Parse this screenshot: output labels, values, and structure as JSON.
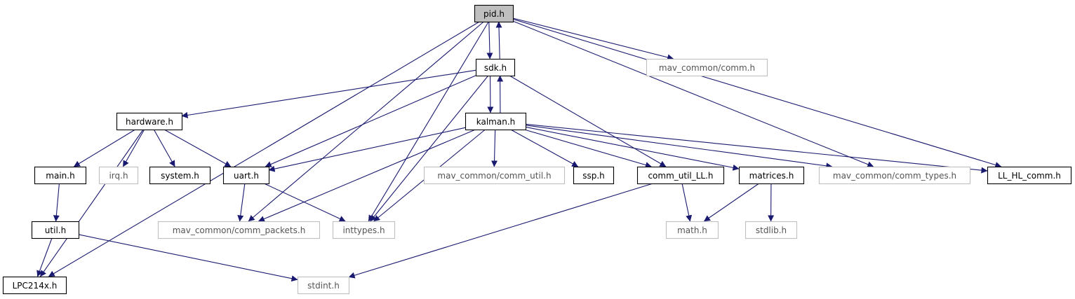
{
  "colors": {
    "edge": "#191970",
    "border": "#000000",
    "border_external": "#bfbfbf",
    "root_fill": "#bfbfbf",
    "text": "#000000",
    "text_external": "#555555"
  },
  "nodes": [
    {
      "id": "pid",
      "label": "pid.h",
      "style": "root"
    },
    {
      "id": "mav_comm",
      "label": "mav_common/comm.h",
      "style": "external"
    },
    {
      "id": "sdk",
      "label": "sdk.h",
      "style": "normal"
    },
    {
      "id": "hardware",
      "label": "hardware.h",
      "style": "normal"
    },
    {
      "id": "kalman",
      "label": "kalman.h",
      "style": "normal"
    },
    {
      "id": "main",
      "label": "main.h",
      "style": "normal"
    },
    {
      "id": "irq",
      "label": "irq.h",
      "style": "external"
    },
    {
      "id": "system",
      "label": "system.h",
      "style": "normal"
    },
    {
      "id": "uart",
      "label": "uart.h",
      "style": "normal"
    },
    {
      "id": "comm_util",
      "label": "mav_common/comm_util.h",
      "style": "external"
    },
    {
      "id": "ssp",
      "label": "ssp.h",
      "style": "normal"
    },
    {
      "id": "comm_util_ll",
      "label": "comm_util_LL.h",
      "style": "normal"
    },
    {
      "id": "matrices",
      "label": "matrices.h",
      "style": "normal"
    },
    {
      "id": "comm_types",
      "label": "mav_common/comm_types.h",
      "style": "external"
    },
    {
      "id": "ll_hl_comm",
      "label": "LL_HL_comm.h",
      "style": "normal"
    },
    {
      "id": "util",
      "label": "util.h",
      "style": "normal"
    },
    {
      "id": "comm_packets",
      "label": "mav_common/comm_packets.h",
      "style": "external"
    },
    {
      "id": "inttypes",
      "label": "inttypes.h",
      "style": "external"
    },
    {
      "id": "math",
      "label": "math.h",
      "style": "external"
    },
    {
      "id": "stdlib",
      "label": "stdlib.h",
      "style": "external"
    },
    {
      "id": "lpc",
      "label": "LPC214x.h",
      "style": "normal"
    },
    {
      "id": "stdint",
      "label": "stdint.h",
      "style": "external"
    }
  ],
  "edges": [
    [
      "pid",
      "mav_comm"
    ],
    [
      "pid",
      "sdk"
    ],
    [
      "pid",
      "ll_hl_comm"
    ],
    [
      "pid",
      "inttypes"
    ],
    [
      "pid",
      "comm_packets"
    ],
    [
      "pid",
      "comm_types"
    ],
    [
      "pid",
      "lpc"
    ],
    [
      "sdk",
      "pid"
    ],
    [
      "sdk",
      "hardware"
    ],
    [
      "sdk",
      "kalman"
    ],
    [
      "sdk",
      "uart"
    ],
    [
      "sdk",
      "inttypes"
    ],
    [
      "sdk",
      "comm_util_ll"
    ],
    [
      "kalman",
      "sdk"
    ],
    [
      "kalman",
      "uart"
    ],
    [
      "kalman",
      "comm_util"
    ],
    [
      "kalman",
      "ssp"
    ],
    [
      "kalman",
      "comm_util_ll"
    ],
    [
      "kalman",
      "matrices"
    ],
    [
      "kalman",
      "comm_types"
    ],
    [
      "kalman",
      "ll_hl_comm"
    ],
    [
      "kalman",
      "comm_packets"
    ],
    [
      "kalman",
      "inttypes"
    ],
    [
      "hardware",
      "main"
    ],
    [
      "hardware",
      "irq"
    ],
    [
      "hardware",
      "system"
    ],
    [
      "hardware",
      "uart"
    ],
    [
      "hardware",
      "lpc"
    ],
    [
      "main",
      "util"
    ],
    [
      "uart",
      "comm_packets"
    ],
    [
      "uart",
      "inttypes"
    ],
    [
      "util",
      "lpc"
    ],
    [
      "util",
      "stdint"
    ],
    [
      "comm_util_ll",
      "math"
    ],
    [
      "comm_util_ll",
      "stdint"
    ],
    [
      "matrices",
      "math"
    ],
    [
      "matrices",
      "stdlib"
    ]
  ]
}
